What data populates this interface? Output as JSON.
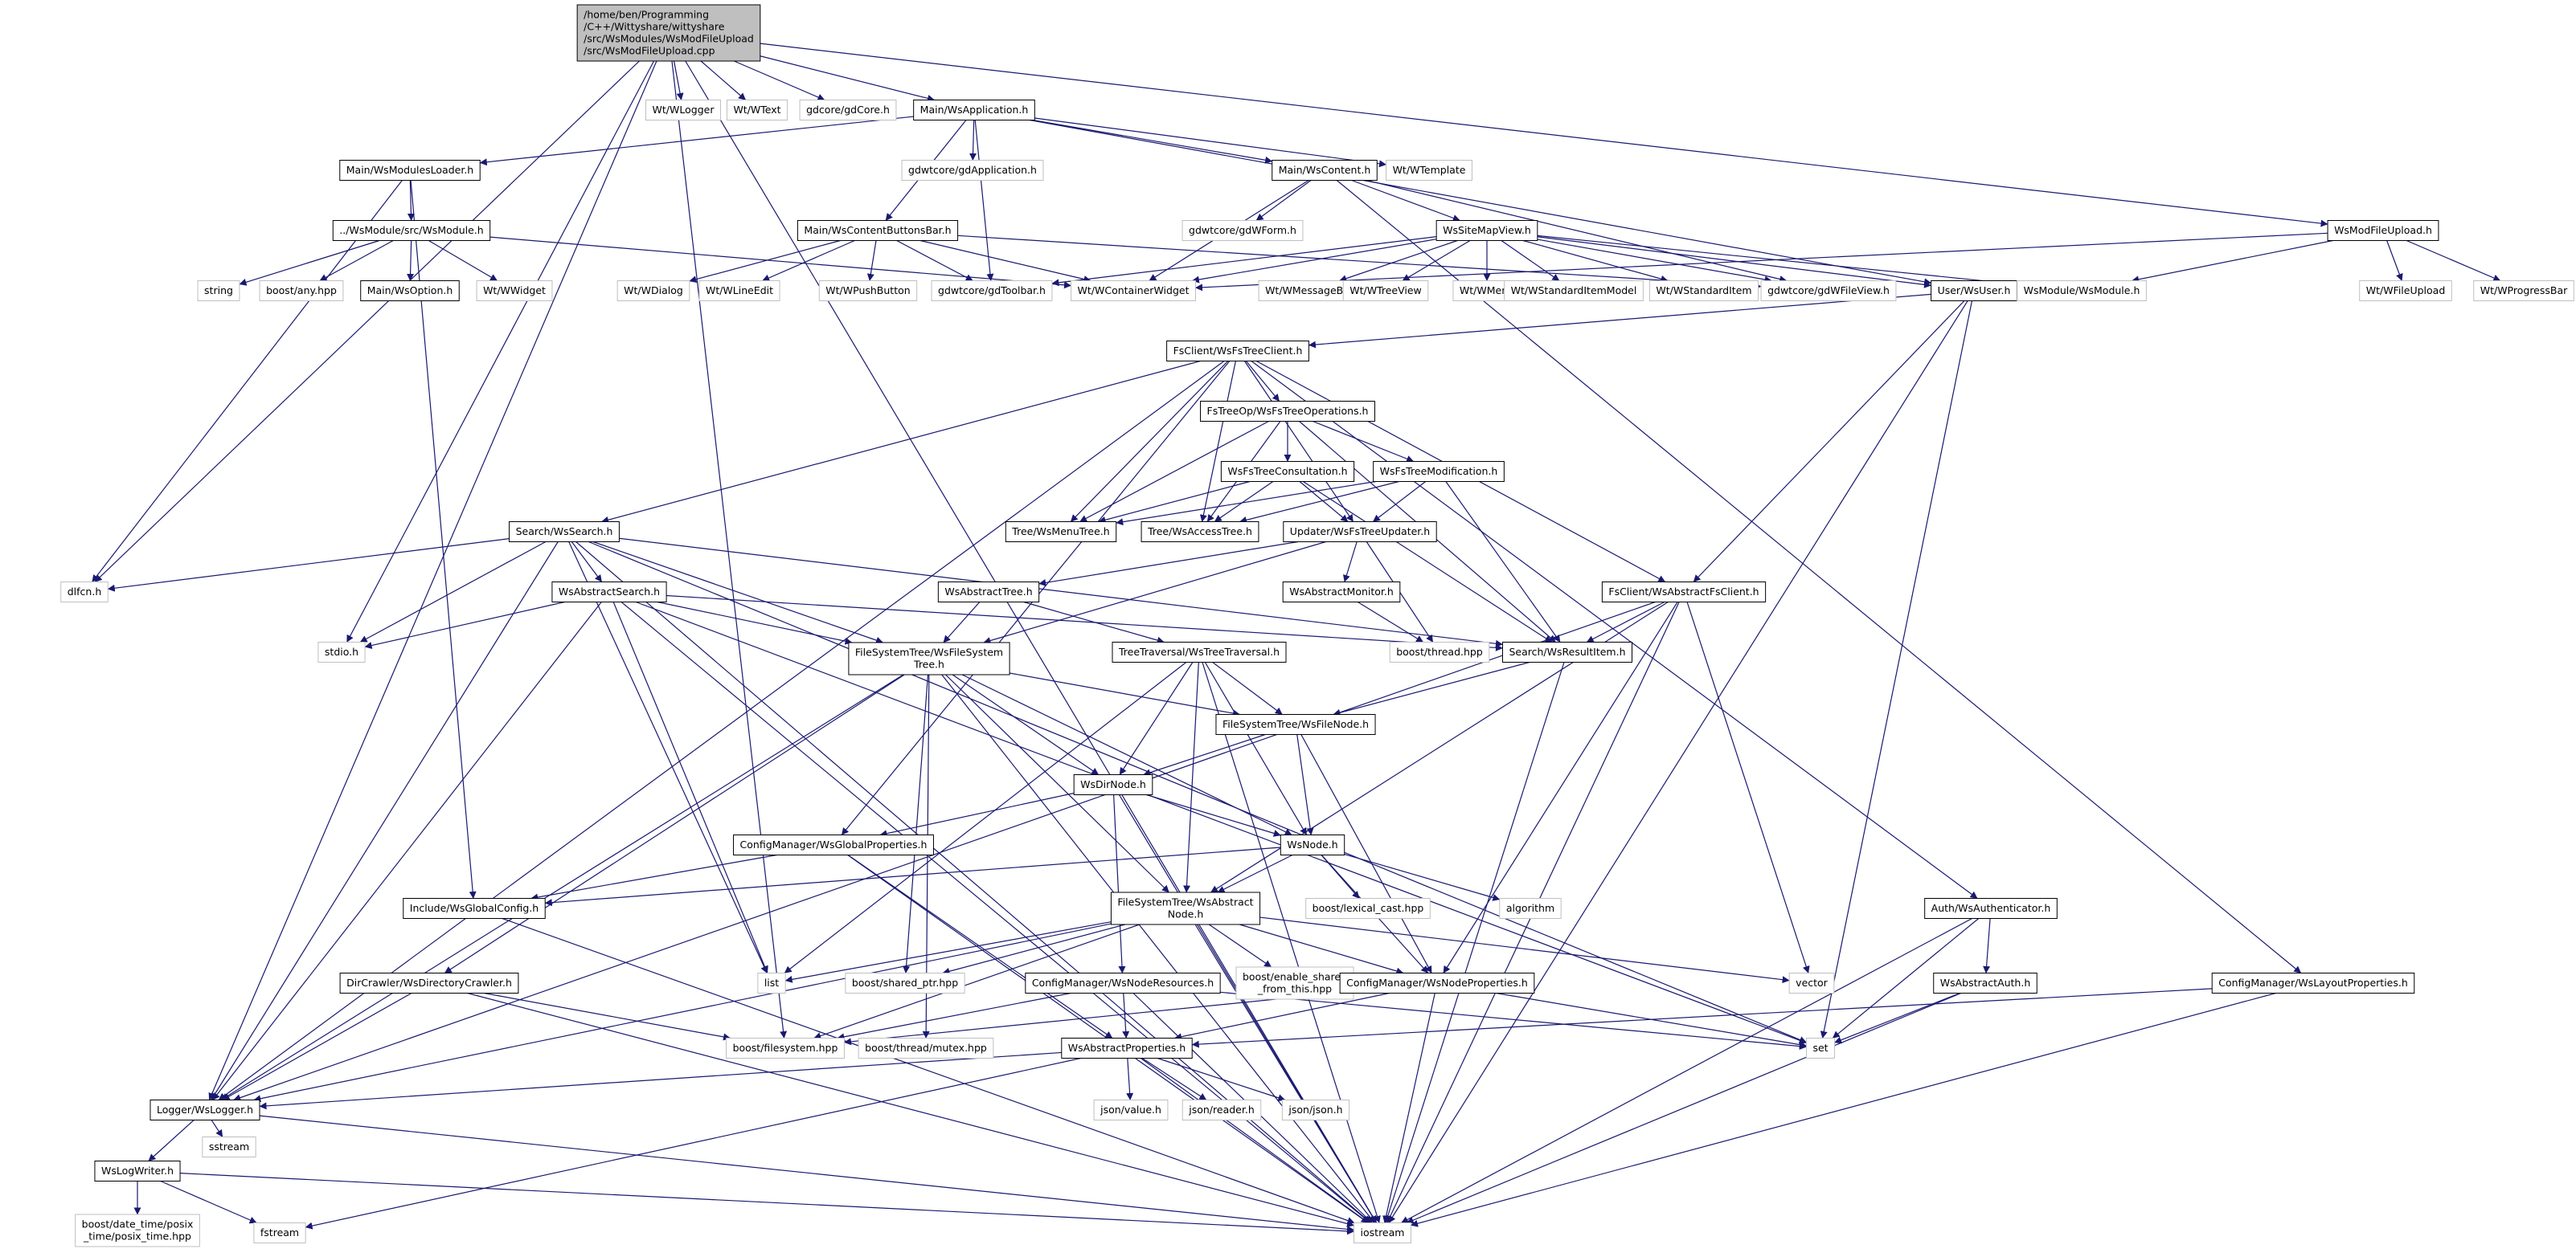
{
  "diagram": {
    "colors": {
      "edge": "#191970",
      "root_fill": "#bfbfbf",
      "root_stroke": "#000000",
      "ext_stroke": "#bfbfbf",
      "int_stroke": "#000000",
      "text": "#000000"
    },
    "root": "n0",
    "nodes": [
      {
        "id": "n0",
        "lines": [
          "/home/ben/Programming",
          "/C++/Wittyshare/wittyshare",
          "/src/WsModules/WsModFileUpload",
          "/src/WsModFileUpload.cpp"
        ],
        "kind": "root"
      },
      {
        "id": "n1",
        "lines": [
          "Wt/WLogger"
        ],
        "kind": "ext"
      },
      {
        "id": "n2",
        "lines": [
          "Wt/WText"
        ],
        "kind": "ext"
      },
      {
        "id": "n3",
        "lines": [
          "gdcore/gdCore.h"
        ],
        "kind": "ext"
      },
      {
        "id": "n4",
        "lines": [
          "Main/WsApplication.h"
        ],
        "kind": "int"
      },
      {
        "id": "n5",
        "lines": [
          "WsModFileUpload.h"
        ],
        "kind": "int"
      },
      {
        "id": "n6",
        "lines": [
          "Main/WsModulesLoader.h"
        ],
        "kind": "int"
      },
      {
        "id": "n7",
        "lines": [
          "gdwtcore/gdApplication.h"
        ],
        "kind": "ext"
      },
      {
        "id": "n8",
        "lines": [
          "Main/WsContent.h"
        ],
        "kind": "int"
      },
      {
        "id": "n9",
        "lines": [
          "Wt/WTemplate"
        ],
        "kind": "ext"
      },
      {
        "id": "n10",
        "lines": [
          "../WsModule/src/WsModule.h"
        ],
        "kind": "int"
      },
      {
        "id": "n11",
        "lines": [
          "Main/WsContentButtonsBar.h"
        ],
        "kind": "int"
      },
      {
        "id": "n12",
        "lines": [
          "gdwtcore/gdWForm.h"
        ],
        "kind": "ext"
      },
      {
        "id": "n13",
        "lines": [
          "WsSiteMapView.h"
        ],
        "kind": "int"
      },
      {
        "id": "n14",
        "lines": [
          "string"
        ],
        "kind": "ext"
      },
      {
        "id": "n15",
        "lines": [
          "boost/any.hpp"
        ],
        "kind": "ext"
      },
      {
        "id": "n16",
        "lines": [
          "Main/WsOption.h"
        ],
        "kind": "int"
      },
      {
        "id": "n17",
        "lines": [
          "Wt/WWidget"
        ],
        "kind": "ext"
      },
      {
        "id": "n18",
        "lines": [
          "Wt/WDialog"
        ],
        "kind": "ext"
      },
      {
        "id": "n19",
        "lines": [
          "Wt/WLineEdit"
        ],
        "kind": "ext"
      },
      {
        "id": "n20",
        "lines": [
          "Wt/WPushButton"
        ],
        "kind": "ext"
      },
      {
        "id": "n21",
        "lines": [
          "gdwtcore/gdToolbar.h"
        ],
        "kind": "ext"
      },
      {
        "id": "n22",
        "lines": [
          "Wt/WContainerWidget"
        ],
        "kind": "ext"
      },
      {
        "id": "n23",
        "lines": [
          "Wt/WMessageBox"
        ],
        "kind": "ext"
      },
      {
        "id": "n24",
        "lines": [
          "Wt/WTreeView"
        ],
        "kind": "ext"
      },
      {
        "id": "n25",
        "lines": [
          "Wt/WMenu"
        ],
        "kind": "ext"
      },
      {
        "id": "n26",
        "lines": [
          "Wt/WStandardItemModel"
        ],
        "kind": "ext"
      },
      {
        "id": "n27",
        "lines": [
          "Wt/WStandardItem"
        ],
        "kind": "ext"
      },
      {
        "id": "n28",
        "lines": [
          "gdwtcore/gdWFileView.h"
        ],
        "kind": "ext"
      },
      {
        "id": "n29",
        "lines": [
          "User/WsUser.h"
        ],
        "kind": "int"
      },
      {
        "id": "n30",
        "lines": [
          "WsModule/WsModule.h"
        ],
        "kind": "ext"
      },
      {
        "id": "n31",
        "lines": [
          "Wt/WFileUpload"
        ],
        "kind": "ext"
      },
      {
        "id": "n32",
        "lines": [
          "Wt/WProgressBar"
        ],
        "kind": "ext"
      },
      {
        "id": "n33",
        "lines": [
          "FsClient/WsFsTreeClient.h"
        ],
        "kind": "int"
      },
      {
        "id": "n34",
        "lines": [
          "FsTreeOp/WsFsTreeOperations.h"
        ],
        "kind": "int"
      },
      {
        "id": "n35",
        "lines": [
          "WsFsTreeConsultation.h"
        ],
        "kind": "int"
      },
      {
        "id": "n36",
        "lines": [
          "WsFsTreeModification.h"
        ],
        "kind": "int"
      },
      {
        "id": "n37",
        "lines": [
          "Search/WsSearch.h"
        ],
        "kind": "int"
      },
      {
        "id": "n38",
        "lines": [
          "Tree/WsMenuTree.h"
        ],
        "kind": "int"
      },
      {
        "id": "n39",
        "lines": [
          "Tree/WsAccessTree.h"
        ],
        "kind": "int"
      },
      {
        "id": "n40",
        "lines": [
          "Updater/WsFsTreeUpdater.h"
        ],
        "kind": "int"
      },
      {
        "id": "n41",
        "lines": [
          "dlfcn.h"
        ],
        "kind": "ext"
      },
      {
        "id": "n42",
        "lines": [
          "WsAbstractSearch.h"
        ],
        "kind": "int"
      },
      {
        "id": "n43",
        "lines": [
          "WsAbstractTree.h"
        ],
        "kind": "int"
      },
      {
        "id": "n44",
        "lines": [
          "WsAbstractMonitor.h"
        ],
        "kind": "int"
      },
      {
        "id": "n45",
        "lines": [
          "FsClient/WsAbstractFsClient.h"
        ],
        "kind": "int"
      },
      {
        "id": "n46",
        "lines": [
          "stdio.h"
        ],
        "kind": "ext"
      },
      {
        "id": "n47",
        "lines": [
          "FileSystemTree/WsFileSystem",
          "Tree.h"
        ],
        "kind": "int"
      },
      {
        "id": "n48",
        "lines": [
          "TreeTraversal/WsTreeTraversal.h"
        ],
        "kind": "int"
      },
      {
        "id": "n49",
        "lines": [
          "boost/thread.hpp"
        ],
        "kind": "ext"
      },
      {
        "id": "n50",
        "lines": [
          "Search/WsResultItem.h"
        ],
        "kind": "int"
      },
      {
        "id": "n51",
        "lines": [
          "FileSystemTree/WsFileNode.h"
        ],
        "kind": "int"
      },
      {
        "id": "n52",
        "lines": [
          "WsDirNode.h"
        ],
        "kind": "int"
      },
      {
        "id": "n53",
        "lines": [
          "ConfigManager/WsGlobalProperties.h"
        ],
        "kind": "int"
      },
      {
        "id": "n54",
        "lines": [
          "WsNode.h"
        ],
        "kind": "int"
      },
      {
        "id": "n55",
        "lines": [
          "Include/WsGlobalConfig.h"
        ],
        "kind": "int"
      },
      {
        "id": "n56",
        "lines": [
          "boost/lexical_cast.hpp"
        ],
        "kind": "ext"
      },
      {
        "id": "n57",
        "lines": [
          "algorithm"
        ],
        "kind": "ext"
      },
      {
        "id": "n58",
        "lines": [
          "FileSystemTree/WsAbstract",
          "Node.h"
        ],
        "kind": "int"
      },
      {
        "id": "n59",
        "lines": [
          "Auth/WsAuthenticator.h"
        ],
        "kind": "int"
      },
      {
        "id": "n60",
        "lines": [
          "list"
        ],
        "kind": "ext"
      },
      {
        "id": "n61",
        "lines": [
          "boost/shared_ptr.hpp"
        ],
        "kind": "ext"
      },
      {
        "id": "n62",
        "lines": [
          "boost/enable_shared",
          "_from_this.hpp"
        ],
        "kind": "ext"
      },
      {
        "id": "n63",
        "lines": [
          "ConfigManager/WsNodeProperties.h"
        ],
        "kind": "int"
      },
      {
        "id": "n64",
        "lines": [
          "vector"
        ],
        "kind": "ext"
      },
      {
        "id": "n65",
        "lines": [
          "WsAbstractAuth.h"
        ],
        "kind": "int"
      },
      {
        "id": "n66",
        "lines": [
          "DirCrawler/WsDirectoryCrawler.h"
        ],
        "kind": "int"
      },
      {
        "id": "n67",
        "lines": [
          "ConfigManager/WsNodeResources.h"
        ],
        "kind": "int"
      },
      {
        "id": "n68",
        "lines": [
          "ConfigManager/WsLayoutProperties.h"
        ],
        "kind": "int"
      },
      {
        "id": "n69",
        "lines": [
          "boost/filesystem.hpp"
        ],
        "kind": "ext"
      },
      {
        "id": "n70",
        "lines": [
          "boost/thread/mutex.hpp"
        ],
        "kind": "ext"
      },
      {
        "id": "n71",
        "lines": [
          "WsAbstractProperties.h"
        ],
        "kind": "int"
      },
      {
        "id": "n72",
        "lines": [
          "set"
        ],
        "kind": "ext"
      },
      {
        "id": "n73",
        "lines": [
          "Logger/WsLogger.h"
        ],
        "kind": "int"
      },
      {
        "id": "n74",
        "lines": [
          "json/value.h"
        ],
        "kind": "ext"
      },
      {
        "id": "n75",
        "lines": [
          "json/reader.h"
        ],
        "kind": "ext"
      },
      {
        "id": "n76",
        "lines": [
          "json/json.h"
        ],
        "kind": "ext"
      },
      {
        "id": "n77",
        "lines": [
          "sstream"
        ],
        "kind": "ext"
      },
      {
        "id": "n78",
        "lines": [
          "WsLogWriter.h"
        ],
        "kind": "int"
      },
      {
        "id": "n79",
        "lines": [
          "boost/date_time/posix",
          "_time/posix_time.hpp"
        ],
        "kind": "ext"
      },
      {
        "id": "n80",
        "lines": [
          "fstream"
        ],
        "kind": "ext"
      },
      {
        "id": "n81",
        "lines": [
          "iostream"
        ],
        "kind": "ext"
      }
    ],
    "edges": [
      [
        "n0",
        "n1"
      ],
      [
        "n0",
        "n2"
      ],
      [
        "n0",
        "n3"
      ],
      [
        "n0",
        "n4"
      ],
      [
        "n0",
        "n5"
      ],
      [
        "n0",
        "n41"
      ],
      [
        "n0",
        "n46"
      ],
      [
        "n0",
        "n73"
      ],
      [
        "n0",
        "n69"
      ],
      [
        "n0",
        "n81"
      ],
      [
        "n4",
        "n6"
      ],
      [
        "n4",
        "n7"
      ],
      [
        "n4",
        "n8"
      ],
      [
        "n4",
        "n9"
      ],
      [
        "n4",
        "n11"
      ],
      [
        "n4",
        "n21"
      ],
      [
        "n4",
        "n29"
      ],
      [
        "n6",
        "n10"
      ],
      [
        "n6",
        "n41"
      ],
      [
        "n6",
        "n55"
      ],
      [
        "n10",
        "n14"
      ],
      [
        "n10",
        "n15"
      ],
      [
        "n10",
        "n16"
      ],
      [
        "n10",
        "n17"
      ],
      [
        "n10",
        "n22"
      ],
      [
        "n8",
        "n12"
      ],
      [
        "n8",
        "n13"
      ],
      [
        "n8",
        "n22"
      ],
      [
        "n8",
        "n28"
      ],
      [
        "n8",
        "n68"
      ],
      [
        "n11",
        "n18"
      ],
      [
        "n11",
        "n19"
      ],
      [
        "n11",
        "n20"
      ],
      [
        "n11",
        "n21"
      ],
      [
        "n11",
        "n22"
      ],
      [
        "n11",
        "n28"
      ],
      [
        "n13",
        "n21"
      ],
      [
        "n13",
        "n22"
      ],
      [
        "n13",
        "n23"
      ],
      [
        "n13",
        "n24"
      ],
      [
        "n13",
        "n25"
      ],
      [
        "n13",
        "n26"
      ],
      [
        "n13",
        "n27"
      ],
      [
        "n13",
        "n28"
      ],
      [
        "n13",
        "n29"
      ],
      [
        "n13",
        "n30"
      ],
      [
        "n5",
        "n22"
      ],
      [
        "n5",
        "n30"
      ],
      [
        "n5",
        "n31"
      ],
      [
        "n5",
        "n32"
      ],
      [
        "n29",
        "n33"
      ],
      [
        "n29",
        "n45"
      ],
      [
        "n29",
        "n72"
      ],
      [
        "n29",
        "n81"
      ],
      [
        "n33",
        "n34"
      ],
      [
        "n33",
        "n37"
      ],
      [
        "n33",
        "n38"
      ],
      [
        "n33",
        "n39"
      ],
      [
        "n33",
        "n40"
      ],
      [
        "n33",
        "n45"
      ],
      [
        "n33",
        "n53"
      ],
      [
        "n33",
        "n59"
      ],
      [
        "n33",
        "n73"
      ],
      [
        "n34",
        "n35"
      ],
      [
        "n34",
        "n36"
      ],
      [
        "n34",
        "n38"
      ],
      [
        "n34",
        "n39"
      ],
      [
        "n34",
        "n50"
      ],
      [
        "n35",
        "n38"
      ],
      [
        "n35",
        "n39"
      ],
      [
        "n35",
        "n40"
      ],
      [
        "n35",
        "n50"
      ],
      [
        "n36",
        "n38"
      ],
      [
        "n36",
        "n39"
      ],
      [
        "n36",
        "n40"
      ],
      [
        "n36",
        "n50"
      ],
      [
        "n40",
        "n43"
      ],
      [
        "n40",
        "n44"
      ],
      [
        "n40",
        "n47"
      ],
      [
        "n40",
        "n49"
      ],
      [
        "n37",
        "n41"
      ],
      [
        "n37",
        "n42"
      ],
      [
        "n37",
        "n46"
      ],
      [
        "n37",
        "n47"
      ],
      [
        "n37",
        "n50"
      ],
      [
        "n37",
        "n60"
      ],
      [
        "n37",
        "n72"
      ],
      [
        "n37",
        "n73"
      ],
      [
        "n37",
        "n81"
      ],
      [
        "n42",
        "n46"
      ],
      [
        "n42",
        "n47"
      ],
      [
        "n42",
        "n50"
      ],
      [
        "n42",
        "n60"
      ],
      [
        "n42",
        "n72"
      ],
      [
        "n42",
        "n73"
      ],
      [
        "n42",
        "n81"
      ],
      [
        "n43",
        "n47"
      ],
      [
        "n43",
        "n48"
      ],
      [
        "n44",
        "n49"
      ],
      [
        "n45",
        "n50"
      ],
      [
        "n45",
        "n58"
      ],
      [
        "n45",
        "n63"
      ],
      [
        "n45",
        "n64"
      ],
      [
        "n45",
        "n73"
      ],
      [
        "n45",
        "n81"
      ],
      [
        "n47",
        "n51"
      ],
      [
        "n47",
        "n52"
      ],
      [
        "n47",
        "n54"
      ],
      [
        "n47",
        "n58"
      ],
      [
        "n47",
        "n61"
      ],
      [
        "n47",
        "n66"
      ],
      [
        "n47",
        "n70"
      ],
      [
        "n47",
        "n73"
      ],
      [
        "n47",
        "n81"
      ],
      [
        "n48",
        "n51"
      ],
      [
        "n48",
        "n52"
      ],
      [
        "n48",
        "n54"
      ],
      [
        "n48",
        "n58"
      ],
      [
        "n48",
        "n60"
      ],
      [
        "n48",
        "n81"
      ],
      [
        "n50",
        "n51"
      ],
      [
        "n50",
        "n81"
      ],
      [
        "n51",
        "n52"
      ],
      [
        "n51",
        "n54"
      ],
      [
        "n51",
        "n63"
      ],
      [
        "n52",
        "n53"
      ],
      [
        "n52",
        "n54"
      ],
      [
        "n52",
        "n67"
      ],
      [
        "n52",
        "n81"
      ],
      [
        "n53",
        "n55"
      ],
      [
        "n53",
        "n71"
      ],
      [
        "n53",
        "n81"
      ],
      [
        "n54",
        "n55"
      ],
      [
        "n54",
        "n56"
      ],
      [
        "n54",
        "n57"
      ],
      [
        "n54",
        "n58"
      ],
      [
        "n54",
        "n63"
      ],
      [
        "n55",
        "n81"
      ],
      [
        "n58",
        "n60"
      ],
      [
        "n58",
        "n61"
      ],
      [
        "n58",
        "n62"
      ],
      [
        "n58",
        "n63"
      ],
      [
        "n58",
        "n64"
      ],
      [
        "n58",
        "n69"
      ],
      [
        "n58",
        "n73"
      ],
      [
        "n58",
        "n81"
      ],
      [
        "n59",
        "n65"
      ],
      [
        "n59",
        "n72"
      ],
      [
        "n59",
        "n81"
      ],
      [
        "n63",
        "n69"
      ],
      [
        "n63",
        "n71"
      ],
      [
        "n63",
        "n72"
      ],
      [
        "n63",
        "n81"
      ],
      [
        "n65",
        "n72"
      ],
      [
        "n65",
        "n81"
      ],
      [
        "n66",
        "n69"
      ],
      [
        "n66",
        "n73"
      ],
      [
        "n66",
        "n81"
      ],
      [
        "n67",
        "n69"
      ],
      [
        "n67",
        "n71"
      ],
      [
        "n67",
        "n72"
      ],
      [
        "n67",
        "n81"
      ],
      [
        "n68",
        "n71"
      ],
      [
        "n68",
        "n81"
      ],
      [
        "n71",
        "n73"
      ],
      [
        "n71",
        "n74"
      ],
      [
        "n71",
        "n75"
      ],
      [
        "n71",
        "n76"
      ],
      [
        "n71",
        "n80"
      ],
      [
        "n71",
        "n81"
      ],
      [
        "n73",
        "n77"
      ],
      [
        "n73",
        "n78"
      ],
      [
        "n73",
        "n81"
      ],
      [
        "n78",
        "n79"
      ],
      [
        "n78",
        "n80"
      ],
      [
        "n78",
        "n81"
      ]
    ]
  }
}
